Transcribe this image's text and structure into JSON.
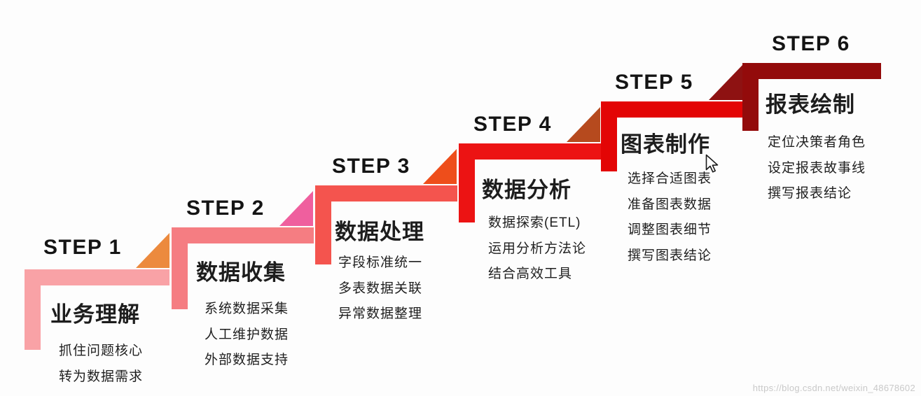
{
  "diagram": {
    "background": "#fdfdfd",
    "watermark": "https://blog.csdn.net/weixin_48678602",
    "cursor_icon": "mouse-pointer-arrow",
    "steps": [
      {
        "label": "STEP 1",
        "title": "业务理解",
        "bar_color": "#f9a2a6",
        "triangle_color": "#ec8a3e",
        "details": [
          "抓住问题核心",
          "转为数据需求"
        ]
      },
      {
        "label": "STEP 2",
        "title": "数据收集",
        "bar_color": "#f57d82",
        "triangle_color": "#ef5f9e",
        "details": [
          "系统数据采集",
          "人工维护数据",
          "外部数据支持"
        ]
      },
      {
        "label": "STEP 3",
        "title": "数据处理",
        "bar_color": "#f4544e",
        "triangle_color": "#ee4e1b",
        "details": [
          "字段标准统一",
          "多表数据关联",
          "异常数据整理"
        ]
      },
      {
        "label": "STEP 4",
        "title": "数据分析",
        "bar_color": "#ec1313",
        "triangle_color": "#b64a1e",
        "details": [
          "数据探索(ETL)",
          "运用分析方法论",
          "结合高效工具"
        ]
      },
      {
        "label": "STEP 5",
        "title": "图表制作",
        "bar_color": "#e30505",
        "triangle_color": "#8e1212",
        "details": [
          "选择合适图表",
          "准备图表数据",
          "调整图表细节",
          "撰写图表结论"
        ]
      },
      {
        "label": "STEP 6",
        "title": "报表绘制",
        "bar_color": "#930b0b",
        "details": [
          "定位决策者角色",
          "设定报表故事线",
          "撰写报表结论"
        ]
      }
    ]
  }
}
